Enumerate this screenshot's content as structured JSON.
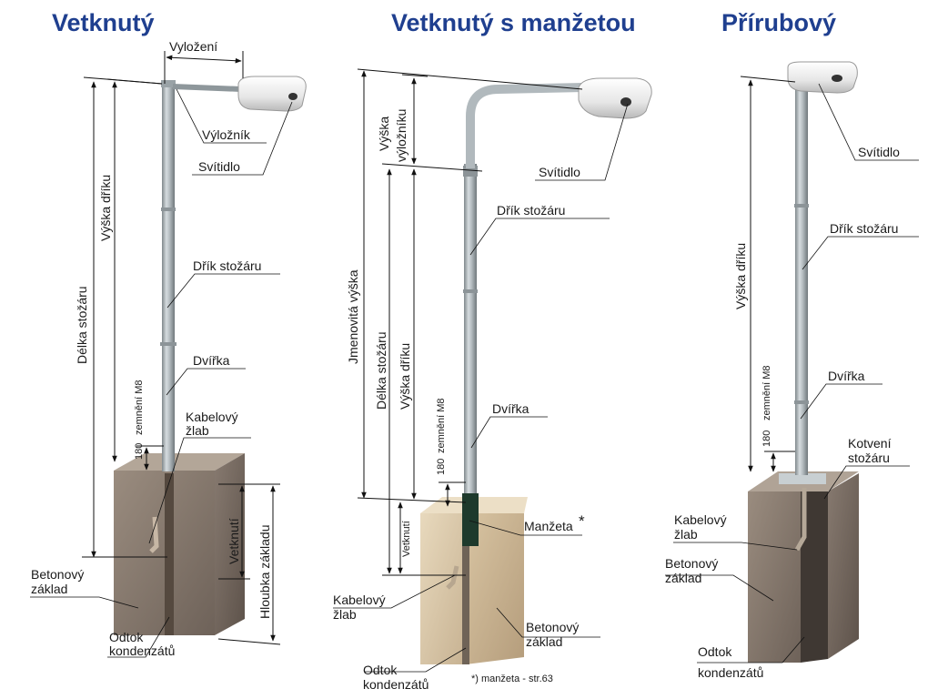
{
  "colors": {
    "title": "#1f3f8f",
    "pole": "#a9b2b6",
    "concrete_light": "#d8c7a8",
    "concrete_dark": "#867a70"
  },
  "panels": [
    {
      "title": "Vetknutý",
      "labels": {
        "vylozeni": "Vyložení",
        "vyloznik": "Výložník",
        "svitidlo": "Svítidlo",
        "drik": "Dřík stožáru",
        "dvirka": "Dvířka",
        "kabel1": "Kabelový",
        "kabel2": "žlab",
        "beton1": "Betonový",
        "beton2": "základ",
        "odtok1": "Odtok",
        "odtok2": "kondenzátů",
        "delka": "Délka stožáru",
        "vyska_driku": "Výška dříku",
        "vetknuti": "Vetknutí",
        "hloubka": "Hloubka základu",
        "zemneni": "zemnění M8",
        "n180": "180"
      }
    },
    {
      "title": "Vetknutý s manžetou",
      "labels": {
        "vyska1": "Výška",
        "vyska2": "výložníku",
        "svitidlo": "Svítidlo",
        "drik": "Dřík stožáru",
        "jmen": "Jmenovitá výška",
        "delka": "Délka stožáru",
        "vyska_driku": "Výška dříku",
        "zemneni": "zemnění M8",
        "n180": "180",
        "dvirka": "Dvířka",
        "vetknuti": "Vetknutí",
        "manzeta": "Manžeta",
        "star": "*",
        "kabel1": "Kabelový",
        "kabel2": "žlab",
        "beton1": "Betonový",
        "beton2": "základ",
        "odtok1": "Odtok",
        "odtok2": "kondenzátů",
        "footnote": "*) manžeta - str.63"
      }
    },
    {
      "title": "Přírubový",
      "labels": {
        "svitidlo": "Svítidlo",
        "drik": "Dřík stožáru",
        "vyska_driku": "Výška dříku",
        "zemneni": "zemnění M8",
        "n180": "180",
        "dvirka": "Dvířka",
        "kotveni1": "Kotvení",
        "kotveni2": "stožáru",
        "kabel1": "Kabelový",
        "kabel2": "žlab",
        "beton1": "Betonový",
        "beton2": "základ",
        "odtok1": "Odtok",
        "odtok2": "kondenzátů"
      }
    }
  ]
}
